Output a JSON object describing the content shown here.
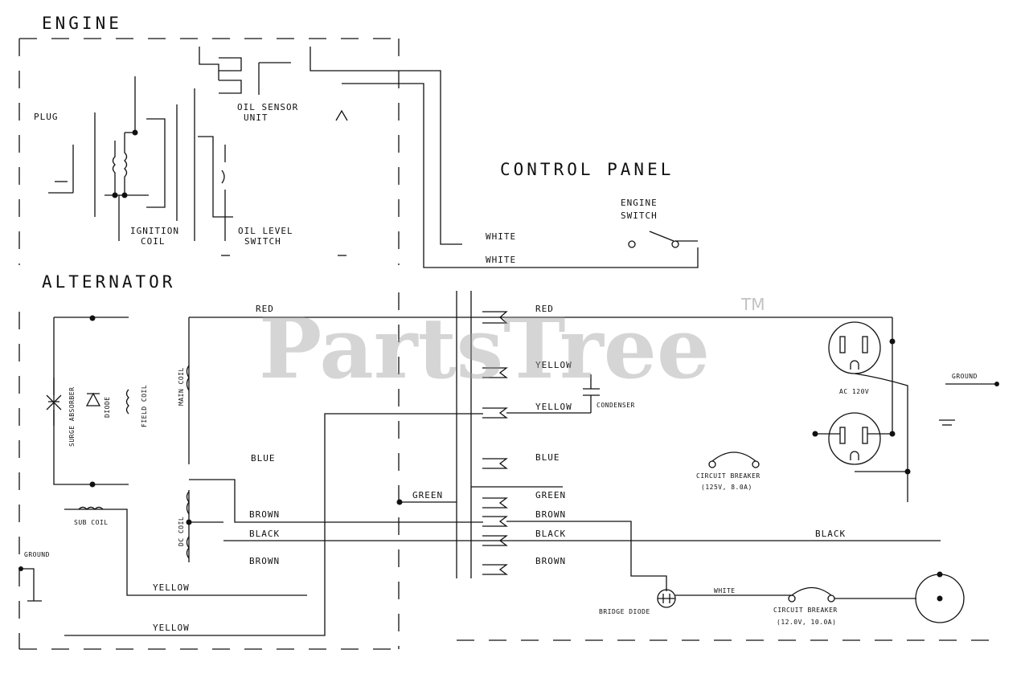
{
  "sections": {
    "engine": "ENGINE",
    "alternator": "ALTERNATOR",
    "control_panel": "CONTROL PANEL"
  },
  "engine": {
    "plug": "PLUG",
    "oil_sensor": [
      "OIL SENSOR",
      "UNIT"
    ],
    "ignition_coil": [
      "IGNITION",
      "COIL"
    ],
    "oil_level_switch": [
      "OIL LEVEL",
      "SWITCH"
    ]
  },
  "panel": {
    "engine_switch": [
      "ENGINE",
      "SWITCH"
    ],
    "white_1": "WHITE",
    "white_2": "WHITE",
    "condenser": "CONDENSER",
    "circuit_breaker_1": [
      "CIRCUIT BREAKER",
      "(125V, 8.0A)"
    ],
    "circuit_breaker_2": [
      "CIRCUIT BREAKER",
      "(12.0V, 10.0A)"
    ],
    "bridge_diode": "BRIDGE DIODE",
    "ac_outlet": "AC 120V",
    "ground_right": "GROUND"
  },
  "alternator": {
    "surge_absorber": "SURGE ABSORBER",
    "diode": "DIODE",
    "field_coil": "FIELD COIL",
    "main_coil": "MAIN COIL",
    "dc_coil": "DC COIL",
    "sub_coil": "SUB COIL",
    "ground_left": "GROUND"
  },
  "wires": {
    "red_left": "RED",
    "red_right": "RED",
    "yellow_panel_1": "YELLOW",
    "yellow_panel_2": "YELLOW",
    "blue_left": "BLUE",
    "blue_right": "BLUE",
    "green_left": "GREEN",
    "green_right": "GREEN",
    "brown_left_1": "BROWN",
    "brown_right_1": "BROWN",
    "black_left": "BLACK",
    "black_right": "BLACK",
    "black_far": "BLACK",
    "brown_left_2": "BROWN",
    "brown_right_2": "BROWN",
    "white_dc": "WHITE",
    "yellow_bottom_1": "YELLOW",
    "yellow_bottom_2": "YELLOW"
  },
  "watermark": {
    "text": "PartsTree",
    "tm": "TM"
  }
}
